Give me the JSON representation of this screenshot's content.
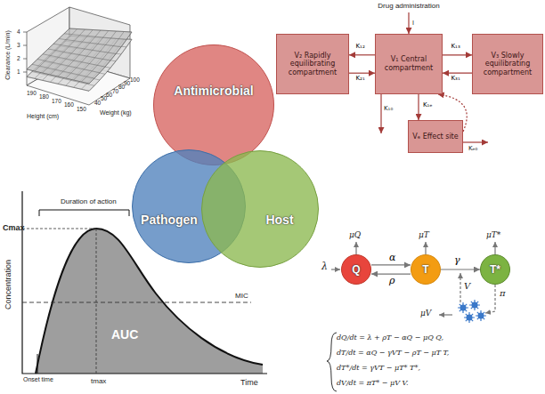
{
  "diagram": {
    "nodes": [
      {
        "text": [
          "Antimicrobial"
        ]
      },
      {
        "text": [
          "Pathogen"
        ]
      },
      {
        "text": [
          "Host"
        ]
      },
      {
        "text": [
          "V₂ Rapidly equilibrating compartment"
        ]
      },
      {
        "text": [
          "V₁ Central compartment"
        ]
      },
      {
        "text": [
          "V₃ Slowly equilibrating compartment"
        ]
      },
      {
        "text": [
          "Vₑ Effect site"
        ]
      },
      {
        "text": [
          "Q"
        ]
      },
      {
        "text": [
          "T"
        ]
      },
      {
        "text": [
          "T*"
        ]
      }
    ],
    "edges": [
      {
        "from": 4,
        "to": 3,
        "label": "K₁₂",
        "arrow": "to"
      },
      {
        "from": 3,
        "to": 4,
        "label": "K₂₁",
        "arrow": "to"
      },
      {
        "from": 4,
        "to": 5,
        "label": "K₁₃",
        "arrow": "to"
      },
      {
        "from": 5,
        "to": 4,
        "label": "K₃₁",
        "arrow": "to"
      },
      {
        "from": 4,
        "to": 6,
        "label": "K₁ₑ",
        "arrow": "to"
      },
      {
        "from": 6,
        "to": 4,
        "arrow": "to"
      },
      {
        "from": 7,
        "to": 8,
        "label": "α",
        "arrow": "to"
      },
      {
        "from": 8,
        "to": 7,
        "label": "ρ",
        "arrow": "to"
      },
      {
        "from": 8,
        "to": 9,
        "label": "γ",
        "arrow": "to"
      }
    ],
    "labels": [
      "Clearance (L/min)",
      "4",
      "3",
      "2",
      "1",
      "190",
      "180",
      "170",
      "160",
      "150",
      "Height (cm)",
      "40",
      "50",
      "60",
      "70",
      "80",
      "90",
      "100",
      "Weight (kg)",
      "Drug administration",
      "I",
      "K₁₀",
      "Kₑ₀",
      "Concentration",
      "Time",
      "Cmax",
      "tmax",
      "Onset time",
      "Duration of action",
      "MIC",
      "AUC",
      "λ",
      "μQ",
      "μT",
      "μT*",
      "π",
      "V",
      "μV",
      "dQ/dt = λ + ρT − αQ − μQ Q,",
      "dT/dt = αQ − γVT − ρT − μT T,",
      "dT*/dt = γVT − μT* T*,",
      "dV/dt = πT* − μV V."
    ]
  }
}
